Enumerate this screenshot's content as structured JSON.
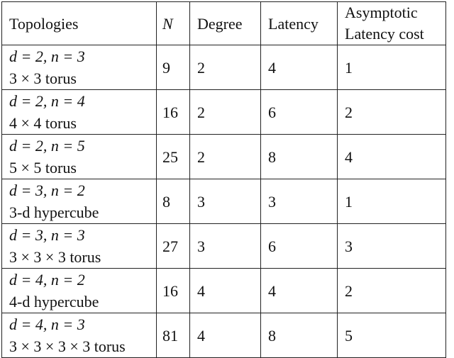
{
  "headers": [
    "Topologies",
    "N",
    "Degree",
    "Latency",
    "Asymptotic",
    "Latency cost"
  ],
  "rows": [
    {
      "params": "d = 2, n = 3",
      "topology": "3 × 3 torus",
      "N": "9",
      "degree": "2",
      "latency": "4",
      "cost": "1"
    },
    {
      "params": "d = 2, n = 4",
      "topology": "4 × 4 torus",
      "N": "16",
      "degree": "2",
      "latency": "6",
      "cost": "2"
    },
    {
      "params": "d = 2, n = 5",
      "topology": "5 × 5 torus",
      "N": "25",
      "degree": "2",
      "latency": "8",
      "cost": "4"
    },
    {
      "params": "d = 3, n = 2",
      "topology": "3-d hypercube",
      "N": "8",
      "degree": "3",
      "latency": "3",
      "cost": "1"
    },
    {
      "params": "d = 3, n = 3",
      "topology": "3 × 3 × 3 torus",
      "N": "27",
      "degree": "3",
      "latency": "6",
      "cost": "3"
    },
    {
      "params": "d = 4, n = 2",
      "topology": "4-d hypercube",
      "N": "16",
      "degree": "4",
      "latency": "4",
      "cost": "2"
    },
    {
      "params": "d = 4, n = 3",
      "topology": "3 × 3 × 3 × 3 torus",
      "N": "81",
      "degree": "4",
      "latency": "8",
      "cost": "5"
    }
  ]
}
